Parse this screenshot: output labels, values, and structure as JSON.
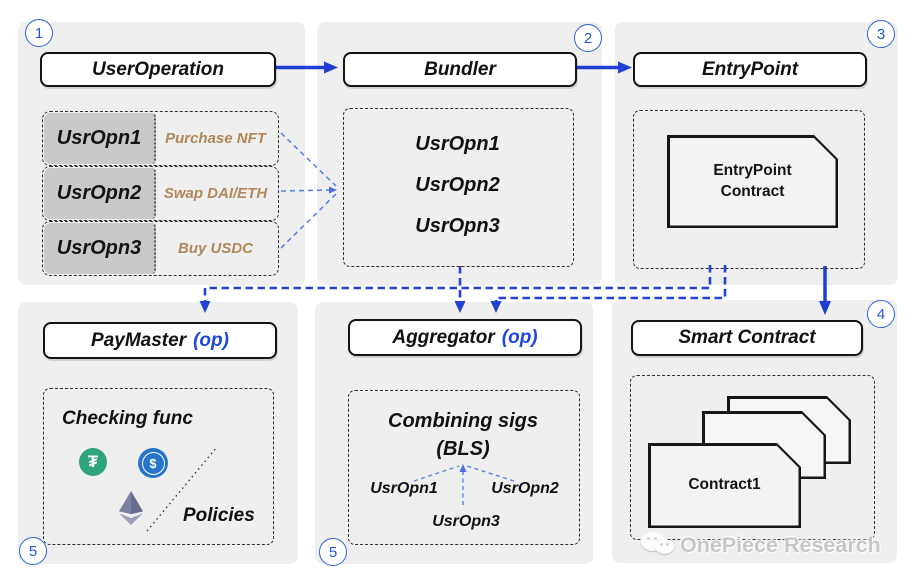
{
  "userop_panel": {
    "badge": "1",
    "title": "UserOperation",
    "rows": [
      {
        "chip": "UsrOpn1",
        "label": "Purchase NFT"
      },
      {
        "chip": "UsrOpn2",
        "label": "Swap DAI/ETH"
      },
      {
        "chip": "UsrOpn3",
        "label": "Buy USDC"
      }
    ]
  },
  "bundler_panel": {
    "badge": "2",
    "title": "Bundler",
    "items": [
      "UsrOpn1",
      "UsrOpn2",
      "UsrOpn3"
    ]
  },
  "entrypoint_panel": {
    "badge": "3",
    "title": "EntryPoint",
    "contract_line1": "EntryPoint",
    "contract_line2": "Contract"
  },
  "paymaster_panel": {
    "badge": "5",
    "title": "PayMaster",
    "title_suffix": "(op)",
    "func_label": "Checking func",
    "policies_label": "Policies",
    "icons": [
      {
        "name": "tether-icon",
        "symbol": "₮"
      },
      {
        "name": "usdc-icon",
        "symbol": "$"
      },
      {
        "name": "ethereum-icon",
        "symbol": ""
      }
    ]
  },
  "aggregator_panel": {
    "badge": "5",
    "title": "Aggregator",
    "title_suffix": "(op)",
    "line1": "Combining sigs",
    "line2": "(BLS)",
    "sig_items": [
      "UsrOpn1",
      "UsrOpn2",
      "UsrOpn3"
    ]
  },
  "smartcontract_panel": {
    "badge": "4",
    "title": "Smart Contract",
    "contract_label": "Contract1"
  },
  "watermark": {
    "text": "OnePiece Research",
    "icon": "wechat-icon"
  },
  "colors": {
    "accent_blue": "#1e3ed4",
    "dashed_blue": "#2142d6",
    "light_blue": "#5d82e8",
    "badge_blue": "#2b62e0",
    "panel_gray": "#efeff0",
    "chip_gray": "#c9c9c9",
    "label_tan": "#b0875a",
    "tether_green": "#2ea47c",
    "usdc_blue": "#2775ca",
    "eth_gray": "#7b81a0"
  }
}
